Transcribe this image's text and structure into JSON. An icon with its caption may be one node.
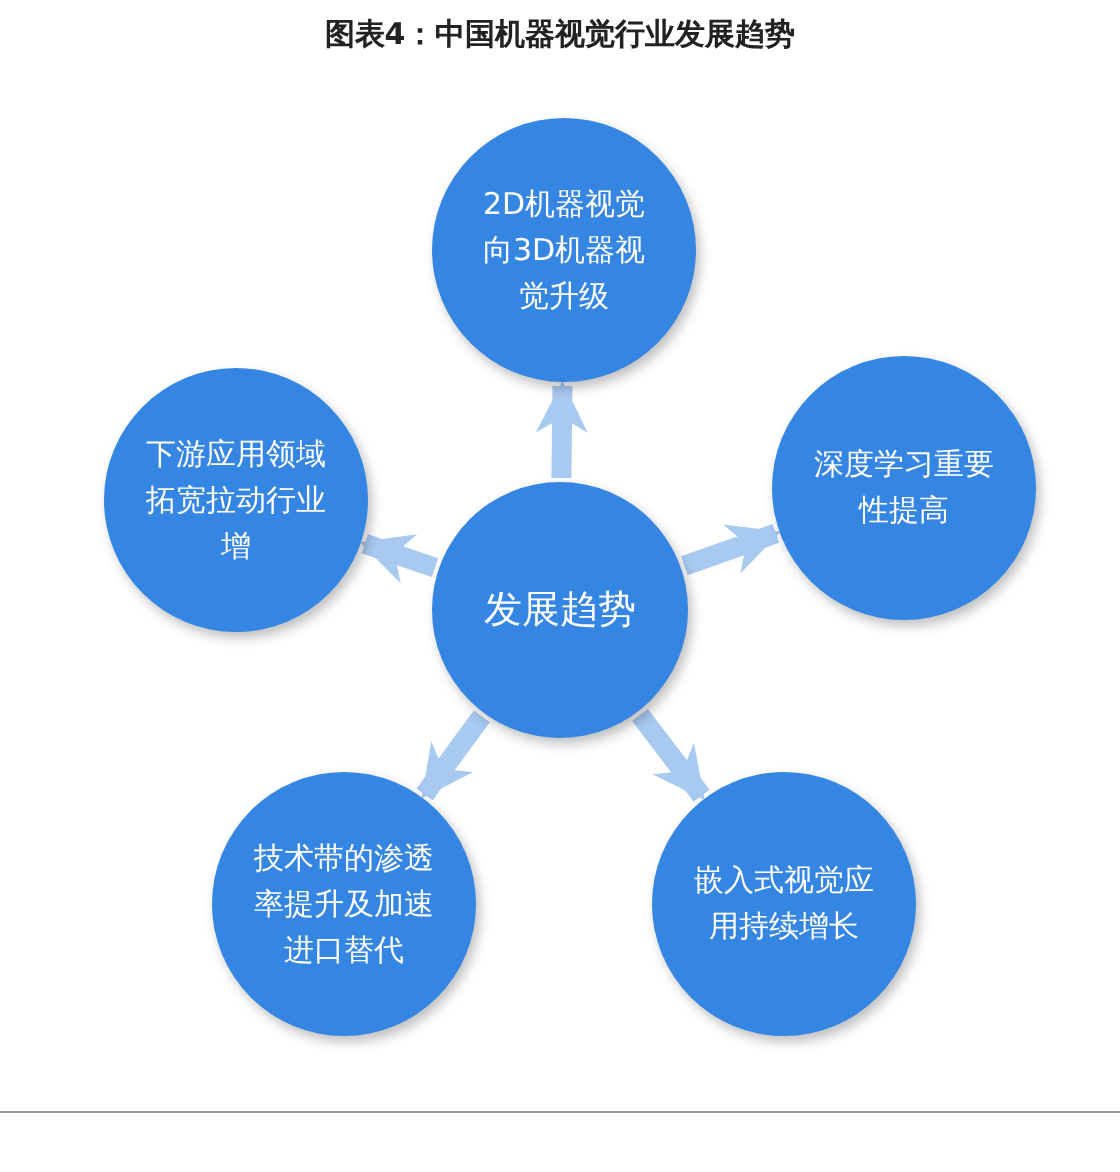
{
  "diagram": {
    "title": "图表4：中国机器视觉行业发展趋势",
    "nodes": [
      {
        "text": [
          "发展趋势"
        ]
      },
      {
        "text": [
          "2D机器视觉向3D机器视觉升级"
        ]
      },
      {
        "text": [
          "深度学习重要性提高"
        ]
      },
      {
        "text": [
          "嵌入式视觉应用持续增长"
        ]
      },
      {
        "text": [
          "技术带的渗透率提升及加速进口替代"
        ]
      },
      {
        "text": [
          "下游应用领域拓宽拉动行业增"
        ]
      }
    ],
    "edges": [
      {
        "from": 0,
        "to": 1,
        "arrow": "to"
      },
      {
        "from": 0,
        "to": 2,
        "arrow": "to"
      },
      {
        "from": 0,
        "to": 3,
        "arrow": "to"
      },
      {
        "from": 0,
        "to": 4,
        "arrow": "to"
      },
      {
        "from": 0,
        "to": 5,
        "arrow": "to"
      }
    ]
  }
}
